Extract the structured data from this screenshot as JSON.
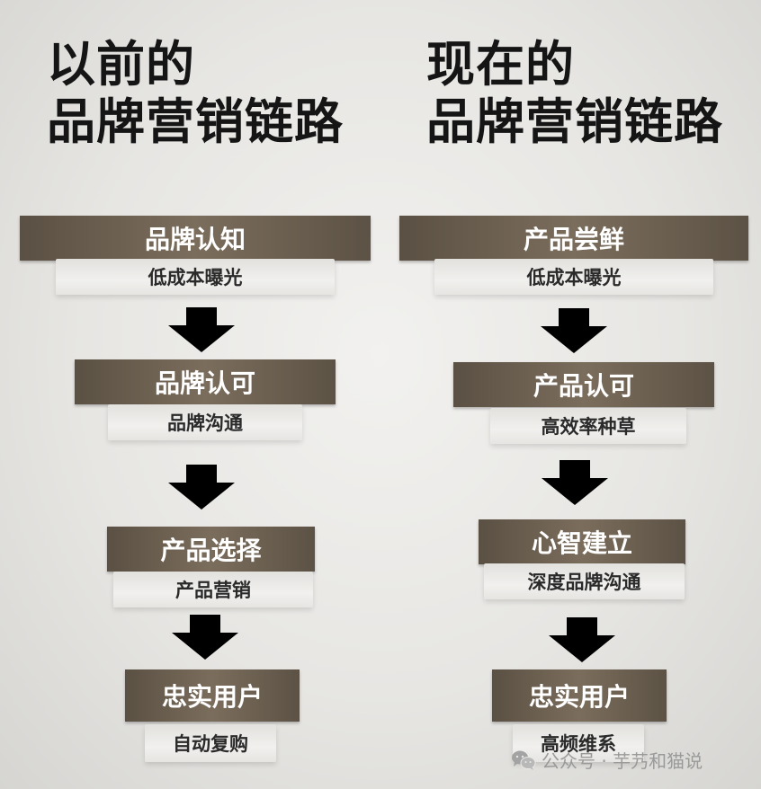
{
  "left": {
    "title_line1": "以前的",
    "title_line2": "品牌营销链路",
    "stages": [
      {
        "label": "品牌认知",
        "sub": "低成本曝光"
      },
      {
        "label": "品牌认可",
        "sub": "品牌沟通"
      },
      {
        "label": "产品选择",
        "sub": "产品营销"
      },
      {
        "label": "忠实用户",
        "sub": "自动复购"
      }
    ]
  },
  "right": {
    "title_line1": "现在的",
    "title_line2": "品牌营销链路",
    "stages": [
      {
        "label": "产品尝鲜",
        "sub": "低成本曝光"
      },
      {
        "label": "产品认可",
        "sub": "高效率种草"
      },
      {
        "label": "心智建立",
        "sub": "深度品牌沟通"
      },
      {
        "label": "忠实用户",
        "sub": "高频维系"
      }
    ]
  },
  "watermark": {
    "text": "公众号 · 芋艿和猫说",
    "icon": "wechat-icon"
  },
  "colors": {
    "stage_bg": "#6b604f",
    "arrow": "#000000",
    "title": "#151515"
  }
}
